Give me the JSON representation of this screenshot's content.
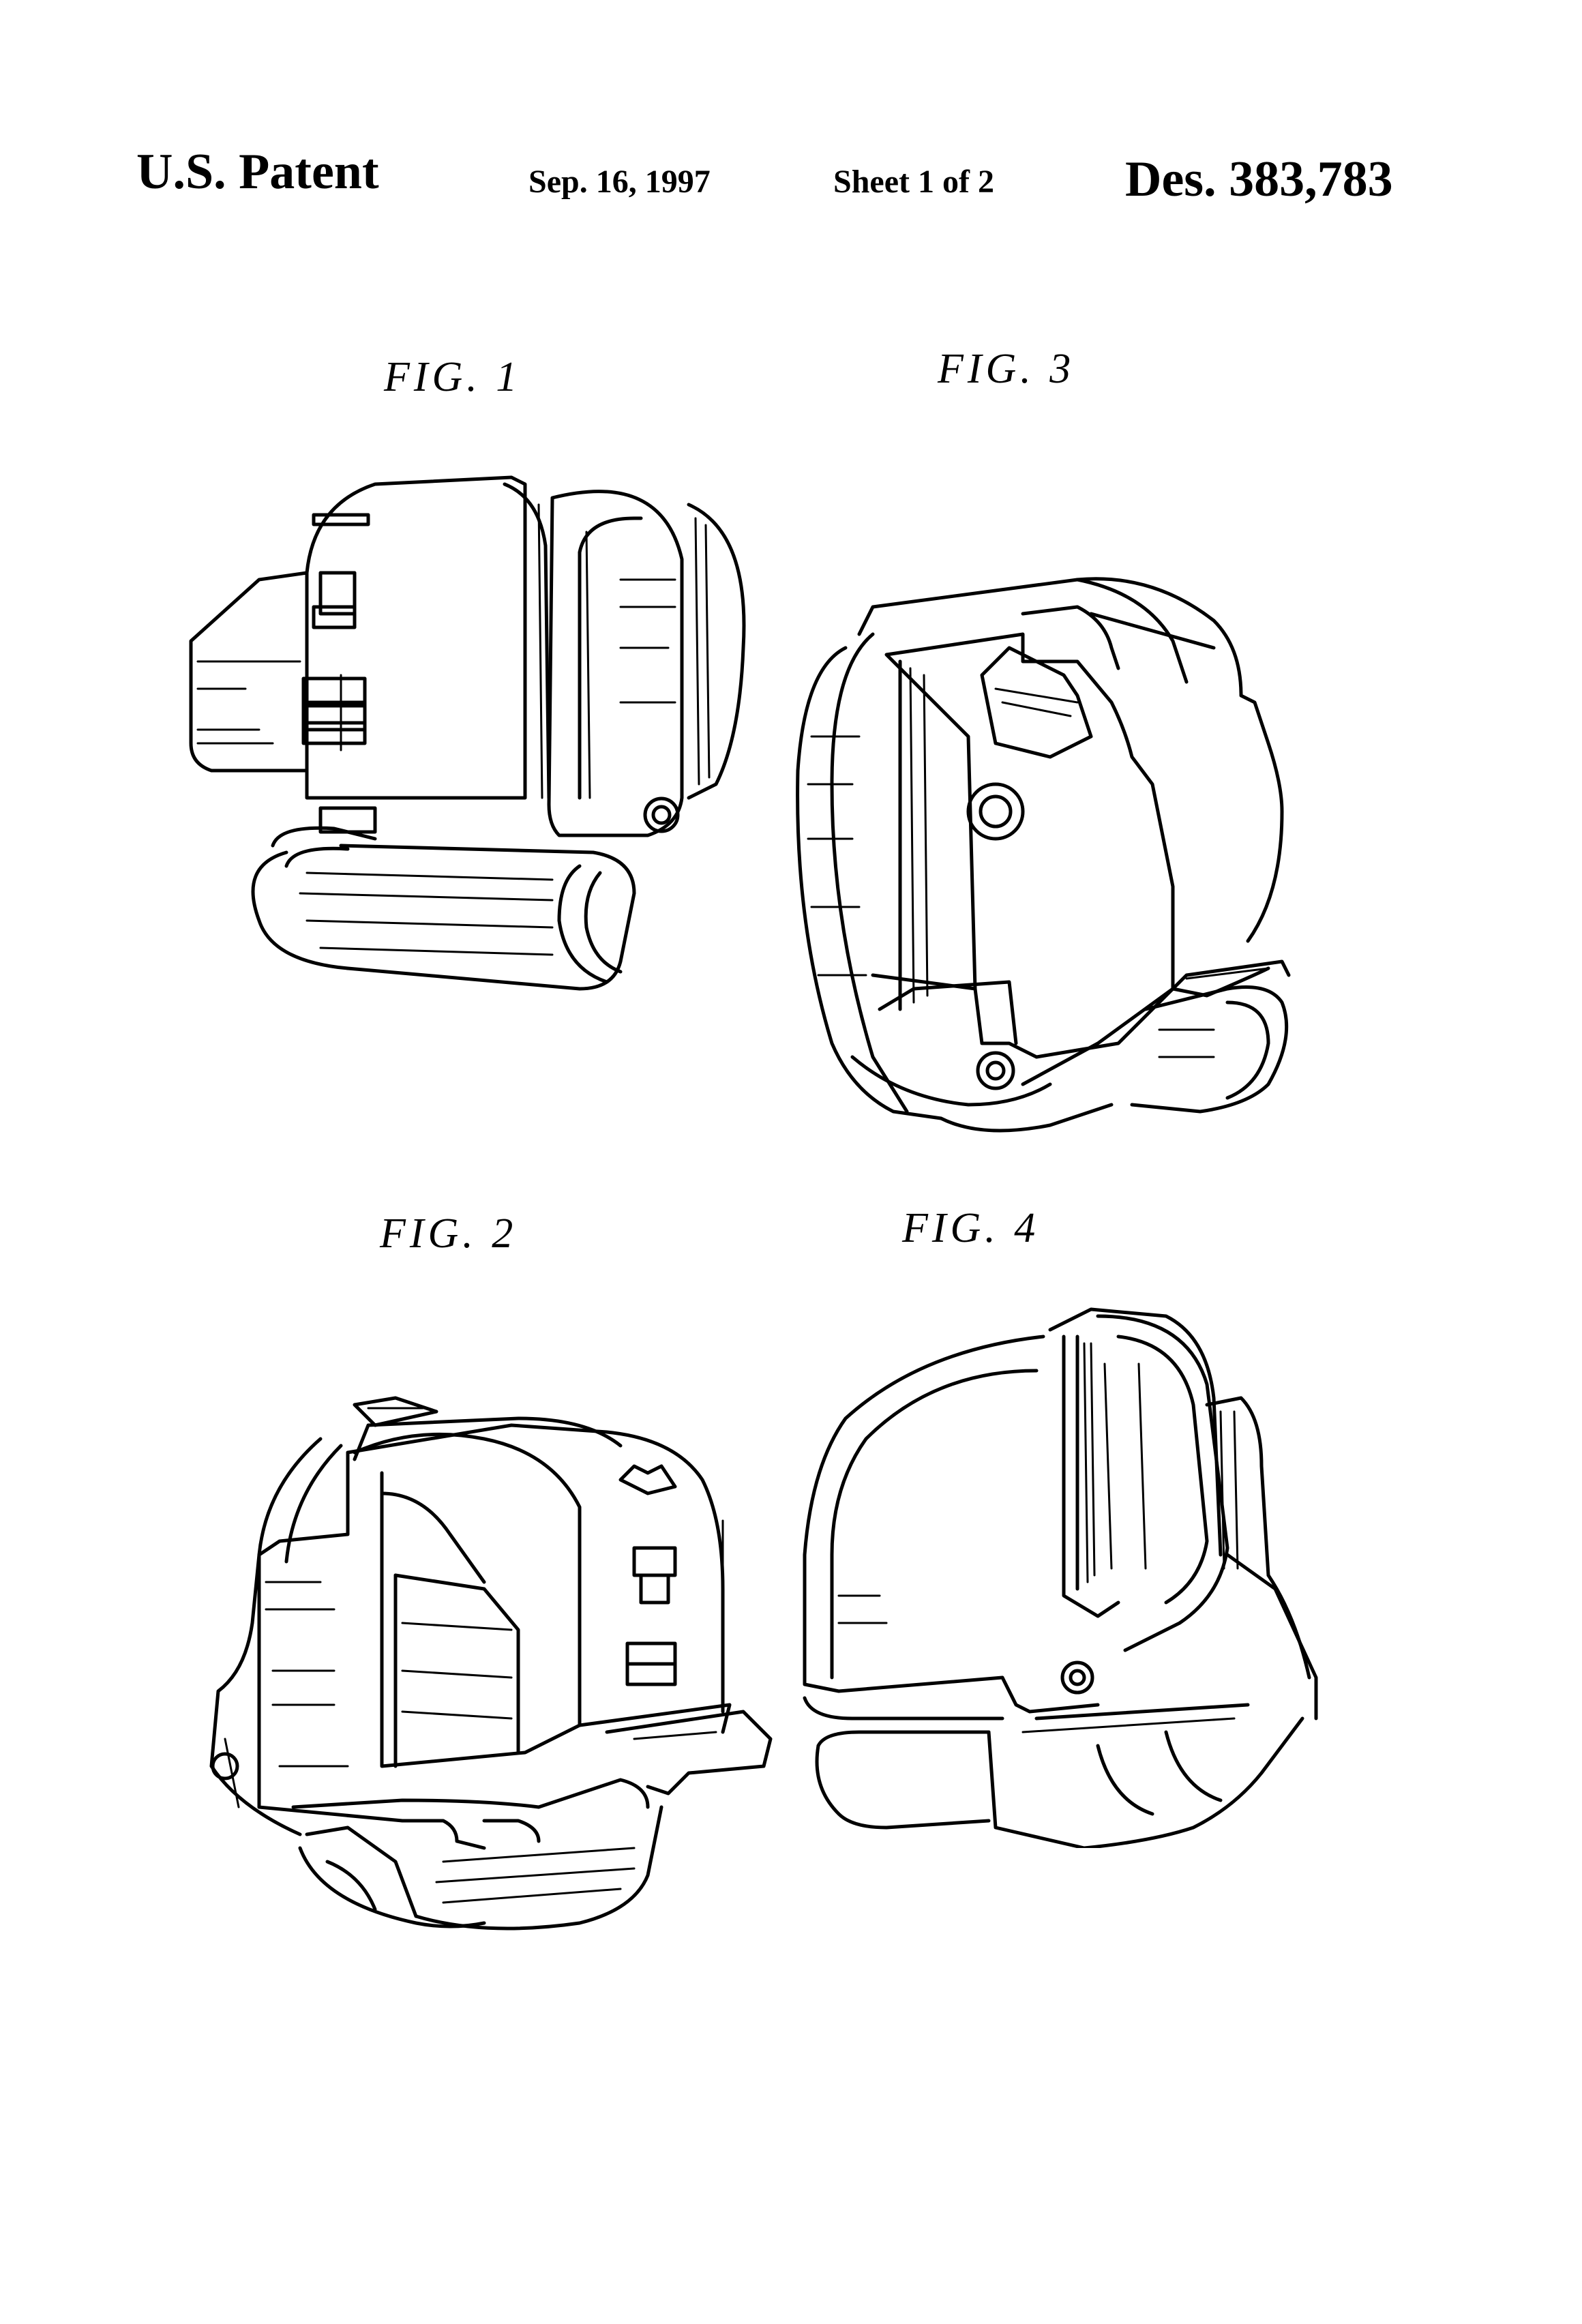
{
  "header": {
    "patent_label": "U.S. Patent",
    "date": "Sep. 16, 1997",
    "sheet": "Sheet 1 of 2",
    "patent_number": "Des. 383,783"
  },
  "figures": [
    {
      "label": "FIG. 1"
    },
    {
      "label": "FIG. 3"
    },
    {
      "label": "FIG. 2"
    },
    {
      "label": "FIG. 4"
    }
  ]
}
